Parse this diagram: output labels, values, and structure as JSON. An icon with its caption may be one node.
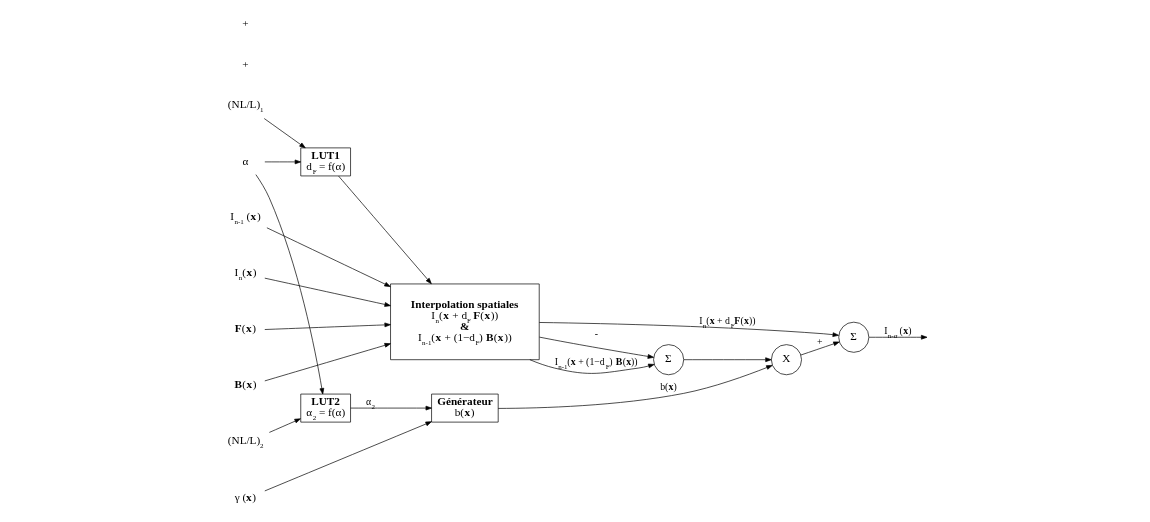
{
  "diagram": {
    "nodes": [
      {
        "text": [
          "(NL/L)$_{1}$"
        ]
      },
      {
        "text": [
          "α"
        ]
      },
      {
        "text": [
          "I$_{n-1}$ (**x**)"
        ]
      },
      {
        "text": [
          "I$_{n}$(**x**)"
        ]
      },
      {
        "text": [
          "**F**(**x**)"
        ]
      },
      {
        "text": [
          "**B**(**x**)"
        ]
      },
      {
        "text": [
          "(NL/L)$_{2}$"
        ]
      },
      {
        "text": [
          "γ (**x**)"
        ]
      },
      {
        "text": [
          "LUT1",
          "d$_{F}$ = f(α)"
        ]
      },
      {
        "text": [
          "Interpolation spatiales",
          "I$_{n}$(**x** + d$_{F}$ **F**(**x**))",
          "&",
          "I$_{n-1}$(**x** + (1−d$_{F}$) **B**(**x**))"
        ]
      },
      {
        "text": [
          "LUT2",
          "α$_{2}$ = f(α)"
        ]
      },
      {
        "text": [
          "Générateur",
          "b(**x**)"
        ]
      },
      {
        "text": [
          "Σ"
        ]
      },
      {
        "text": [
          "X"
        ]
      },
      {
        "text": [
          "Σ"
        ]
      }
    ],
    "edges": [
      {
        "from": 0,
        "to": 8,
        "arrow": "to"
      },
      {
        "from": 1,
        "to": 8,
        "arrow": "to"
      },
      {
        "from": 1,
        "to": 10,
        "arrow": "to"
      },
      {
        "from": 8,
        "to": 9,
        "arrow": "to"
      },
      {
        "from": 2,
        "to": 9,
        "arrow": "to"
      },
      {
        "from": 3,
        "to": 9,
        "arrow": "to"
      },
      {
        "from": 4,
        "to": 9,
        "arrow": "to"
      },
      {
        "from": 5,
        "to": 9,
        "arrow": "to"
      },
      {
        "from": 6,
        "to": 10,
        "arrow": "to"
      },
      {
        "from": 10,
        "to": 11,
        "arrow": "to",
        "label": "α$_{2}$"
      },
      {
        "from": 7,
        "to": 11,
        "arrow": "to"
      },
      {
        "from": 9,
        "to": 12,
        "arrow": "to",
        "label": "-"
      },
      {
        "from": 9,
        "to": 12,
        "arrow": "to",
        "label": "I$_{n-1}$(**x** + (1−d$_{F}$) **B**(**x**))"
      },
      {
        "from": 9,
        "to": 14,
        "arrow": "to",
        "label": "I$_{n}$(**x** + d$_{F}$**F**(**x**))"
      },
      {
        "from": 12,
        "to": 13,
        "arrow": "to"
      },
      {
        "from": 11,
        "to": 13,
        "arrow": "to",
        "label": "b(**x**)"
      },
      {
        "from": 13,
        "to": 14,
        "arrow": "to",
        "label": "+"
      },
      {
        "from": 14,
        "to": null,
        "arrow": "to",
        "label": "I$_{n-α}$ (**x**)"
      }
    ],
    "labels": [
      "+",
      "+"
    ]
  }
}
